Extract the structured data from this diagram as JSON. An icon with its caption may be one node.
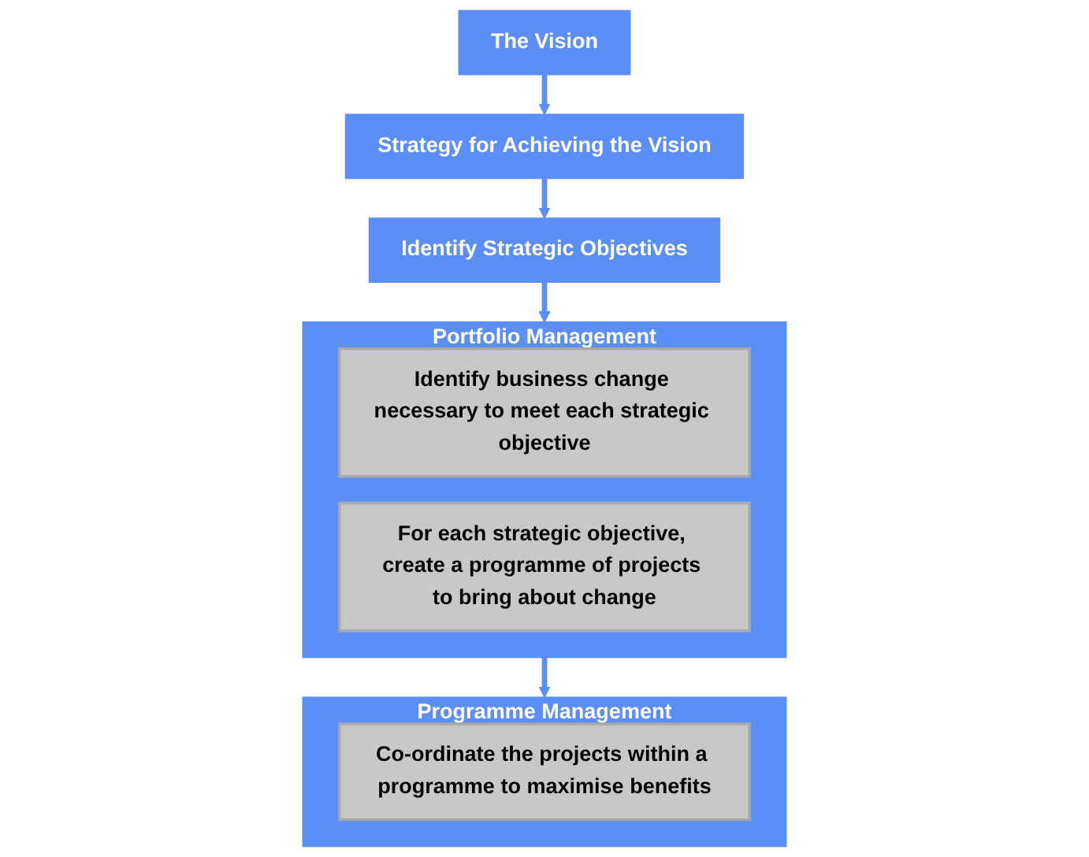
{
  "diagram": {
    "nodes": [
      {
        "text": [
          "The Vision"
        ]
      },
      {
        "text": [
          "Strategy for Achieving the Vision"
        ]
      },
      {
        "text": [
          "Identify Strategic Objectives"
        ]
      },
      {
        "text": [
          "Portfolio Management"
        ]
      },
      {
        "text": [
          "Identify business change necessary to meet each strategic objective"
        ],
        "in": 3
      },
      {
        "text": [
          "For each strategic objective, create a programme of projects to bring about change"
        ],
        "in": 3
      },
      {
        "text": [
          "Programme Management"
        ]
      },
      {
        "text": [
          "Co-ordinate the projects within a programme to maximise benefits"
        ],
        "in": 6
      }
    ],
    "edges": [
      {
        "from": 0,
        "to": 1,
        "arrow": "to"
      },
      {
        "from": 1,
        "to": 2,
        "arrow": "to"
      },
      {
        "from": 2,
        "to": 3,
        "arrow": "to"
      },
      {
        "from": 3,
        "to": 6,
        "arrow": "to"
      }
    ]
  }
}
